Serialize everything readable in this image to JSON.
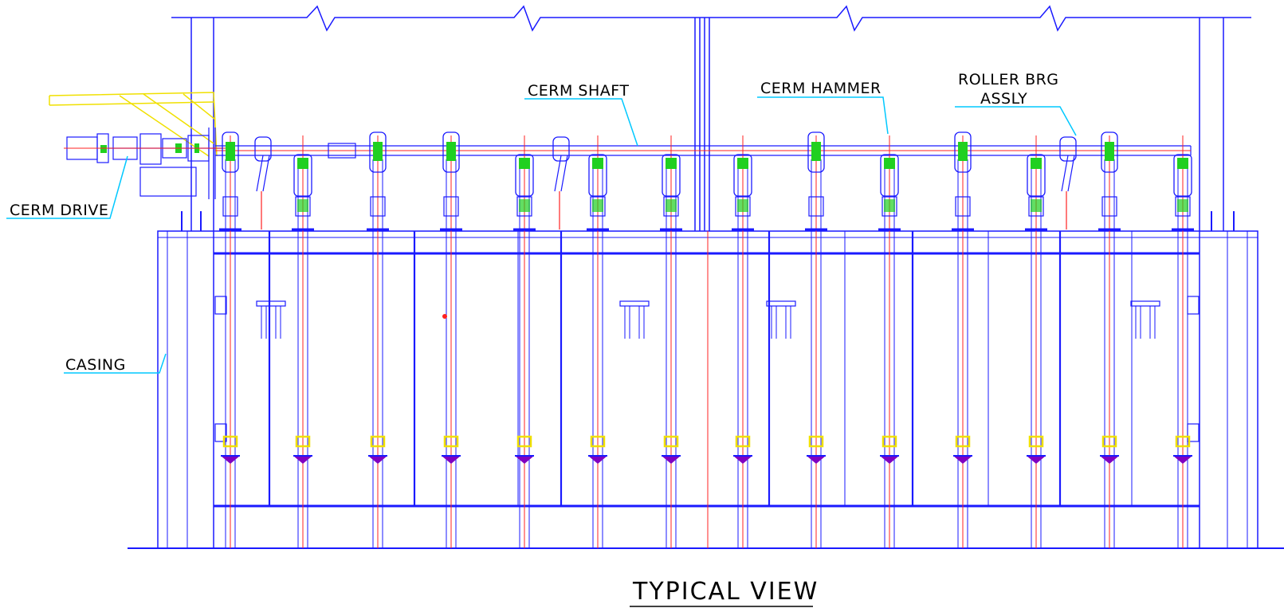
{
  "labels": {
    "cerm_shaft": "CERM SHAFT",
    "cerm_hammer": "CERM HAMMER",
    "roller_brg_line1": "ROLLER BRG",
    "roller_brg_line2": "ASSLY",
    "cerm_drive": "CERM DRIVE",
    "casing": "CASING"
  },
  "title": "TYPICAL VIEW",
  "colors": {
    "structure": "#1a1aff",
    "centerline": "#ff2020",
    "leader": "#00c8ff",
    "support": "#f0e000",
    "bearing": "#20d020",
    "tip": "#8000c0",
    "text": "#000000"
  }
}
